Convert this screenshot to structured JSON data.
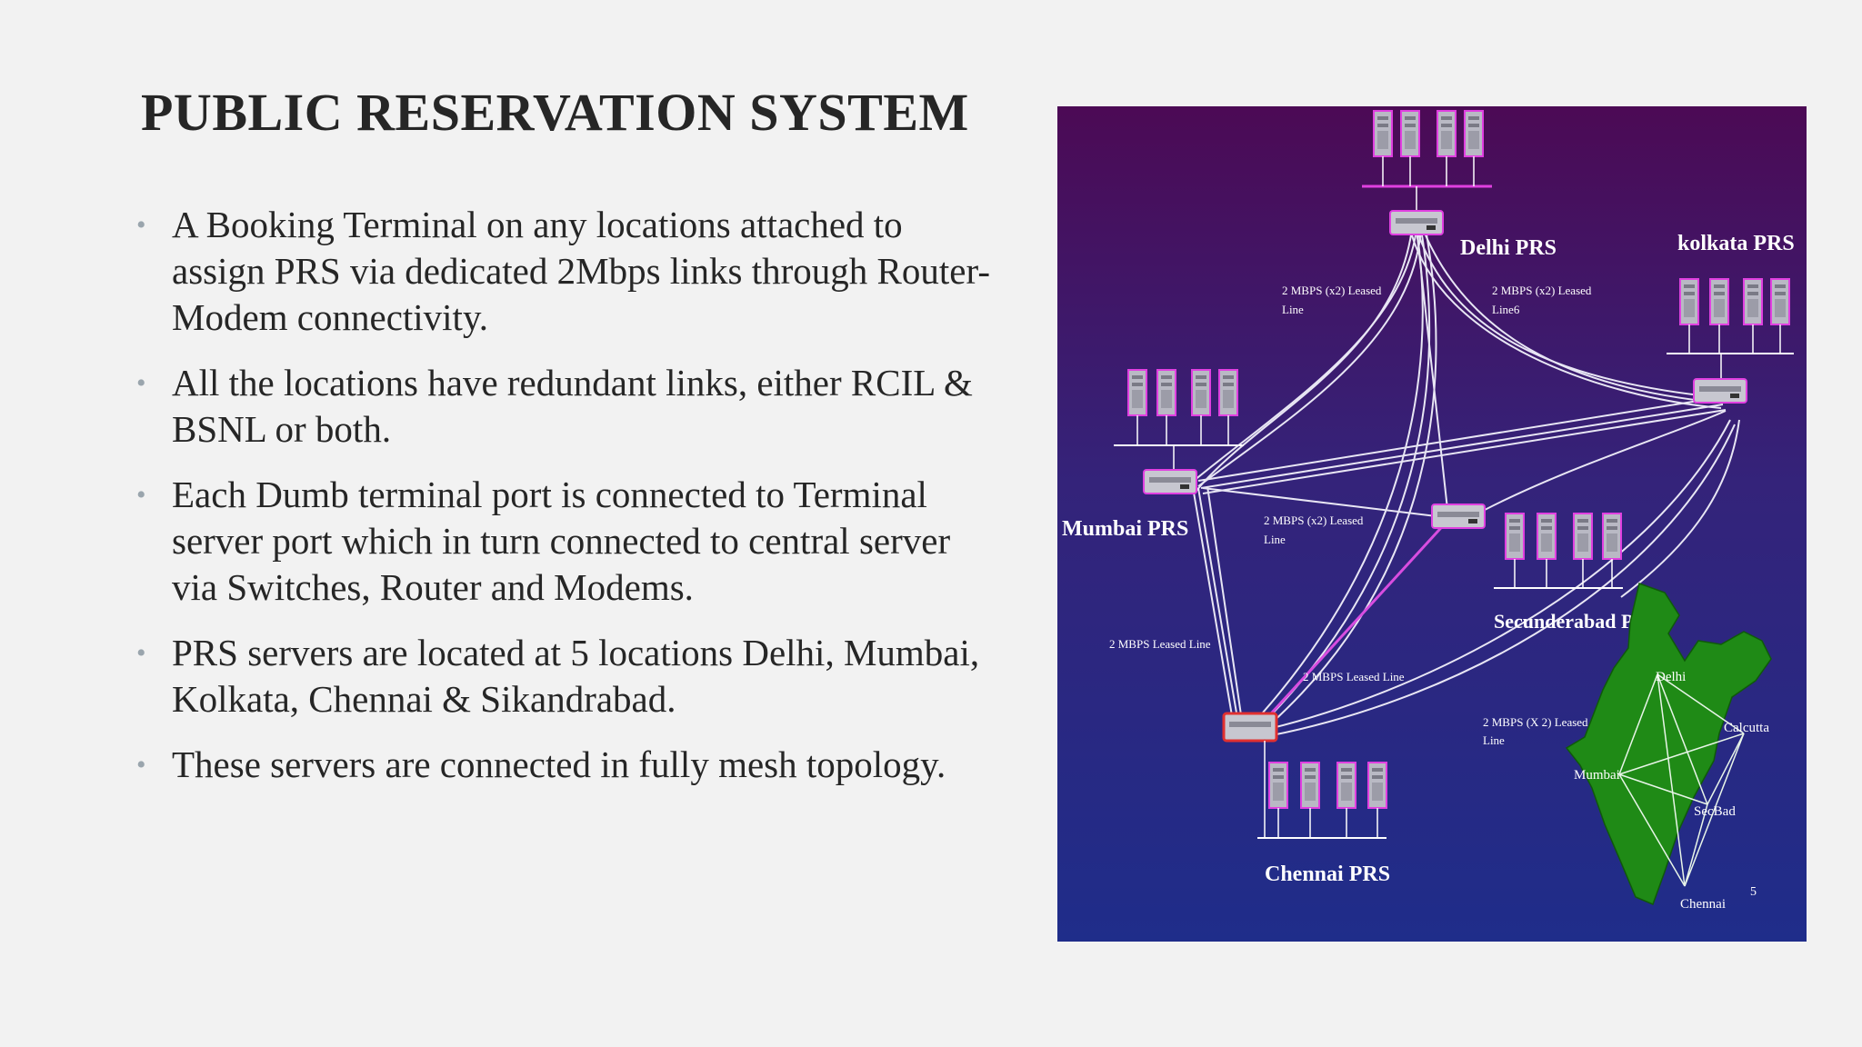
{
  "slide": {
    "title": "PUBLIC RESERVATION SYSTEM",
    "bullets": [
      "A Booking Terminal on any locations attached to assign PRS via dedicated 2Mbps links through Router- Modem connectivity.",
      "All the locations have redundant links, either RCIL & BSNL or both.",
      "Each Dumb terminal port is connected to Terminal server port which in turn connected to central server via Switches, Router and Modems.",
      "PRS servers are located at 5 locations Delhi, Mumbai, Kolkata, Chennai & Sikandrabad.",
      "These servers are connected in fully mesh topology."
    ]
  },
  "diagram": {
    "nodes": {
      "delhi": "Delhi PRS",
      "kolkata": "kolkata PRS",
      "mumbai": "Mumbai PRS",
      "secunderabad": "Secunderabad PRS",
      "chennai": "Chennai PRS"
    },
    "link_labels": {
      "delhi_mumbai_1": "2 MBPS (x2) Leased",
      "delhi_mumbai_2": "Line",
      "delhi_kolkata_1": "2 MBPS (x2) Leased",
      "delhi_kolkata_2": "Line6",
      "mumbai_sec_1": "2 MBPS (x2) Leased",
      "mumbai_sec_2": "Line",
      "mumbai_chennai": "2 MBPS Leased Line",
      "sec_chennai": "2 MBPS Leased Line",
      "chennai_kolkata_1": "2 MBPS (X 2) Leased",
      "chennai_kolkata_2": "Line"
    },
    "map_labels": {
      "delhi": "Delhi",
      "calcutta": "Calcutta",
      "mumbai": "Mumbai",
      "secbad": "SecBad",
      "chennai": "Chennai"
    },
    "page_number": "5"
  },
  "colors": {
    "background": "#f2f2f2",
    "text": "#262626",
    "bullet": "#9aa5ad",
    "diagram_top": "#4c0a55",
    "diagram_bottom": "#1f2d8a",
    "map_green": "#1f8a16"
  }
}
